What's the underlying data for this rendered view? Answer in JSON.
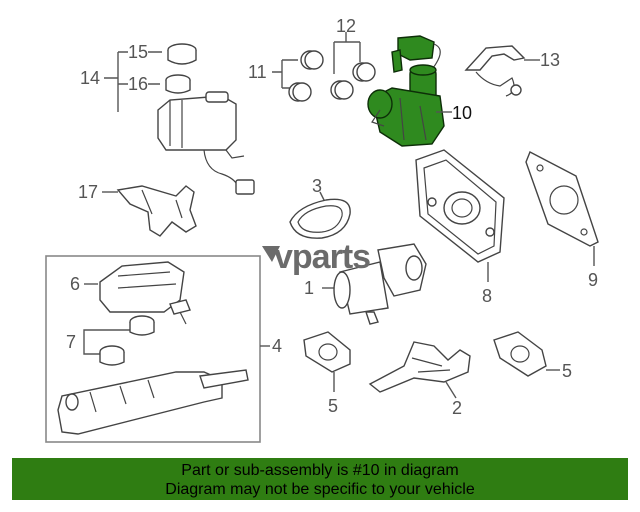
{
  "callouts": {
    "c1": "1",
    "c2": "2",
    "c3": "3",
    "c4": "4",
    "c5a": "5",
    "c5b": "5",
    "c6": "6",
    "c7": "7",
    "c8": "8",
    "c9": "9",
    "c10": "10",
    "c11": "11",
    "c12": "12",
    "c13": "13",
    "c14": "14",
    "c15": "15",
    "c16": "16",
    "c17": "17"
  },
  "watermark": {
    "logo_text": "vparts"
  },
  "highlight": {
    "color": "#2f8a1f",
    "part_number": "10"
  },
  "banner": {
    "line1": "Part or sub-assembly is #10 in diagram",
    "line2": "Diagram may not be specific to your vehicle",
    "color": "#2f7d12"
  }
}
